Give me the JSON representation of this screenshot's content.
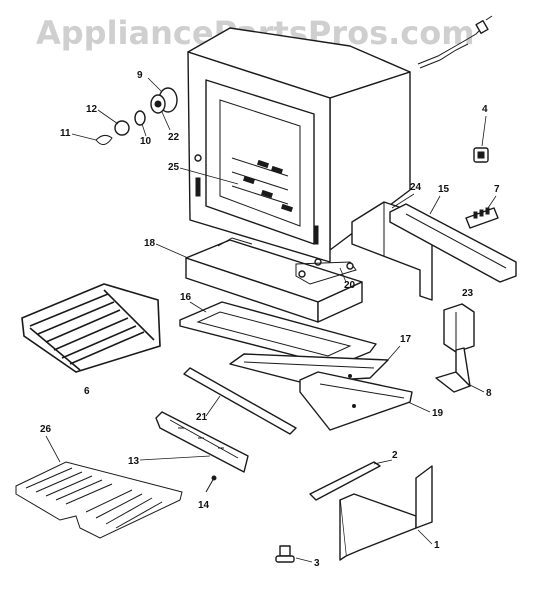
{
  "watermark": "AppliancePartsPros.com",
  "callouts": [
    {
      "id": "c1",
      "label": "1"
    },
    {
      "id": "c2",
      "label": "2"
    },
    {
      "id": "c3",
      "label": "3"
    },
    {
      "id": "c4",
      "label": "4"
    },
    {
      "id": "c6",
      "label": "6"
    },
    {
      "id": "c7",
      "label": "7"
    },
    {
      "id": "c8",
      "label": "8"
    },
    {
      "id": "c9",
      "label": "9"
    },
    {
      "id": "c10",
      "label": "10"
    },
    {
      "id": "c11",
      "label": "11"
    },
    {
      "id": "c12",
      "label": "12"
    },
    {
      "id": "c13",
      "label": "13"
    },
    {
      "id": "c14",
      "label": "14"
    },
    {
      "id": "c15",
      "label": "15"
    },
    {
      "id": "c16",
      "label": "16"
    },
    {
      "id": "c17",
      "label": "17"
    },
    {
      "id": "c18",
      "label": "18"
    },
    {
      "id": "c19",
      "label": "19"
    },
    {
      "id": "c20",
      "label": "20"
    },
    {
      "id": "c21",
      "label": "21"
    },
    {
      "id": "c22",
      "label": "22"
    },
    {
      "id": "c23",
      "label": "23"
    },
    {
      "id": "c24",
      "label": "24"
    },
    {
      "id": "c25",
      "label": "25"
    },
    {
      "id": "c26",
      "label": "26"
    }
  ]
}
